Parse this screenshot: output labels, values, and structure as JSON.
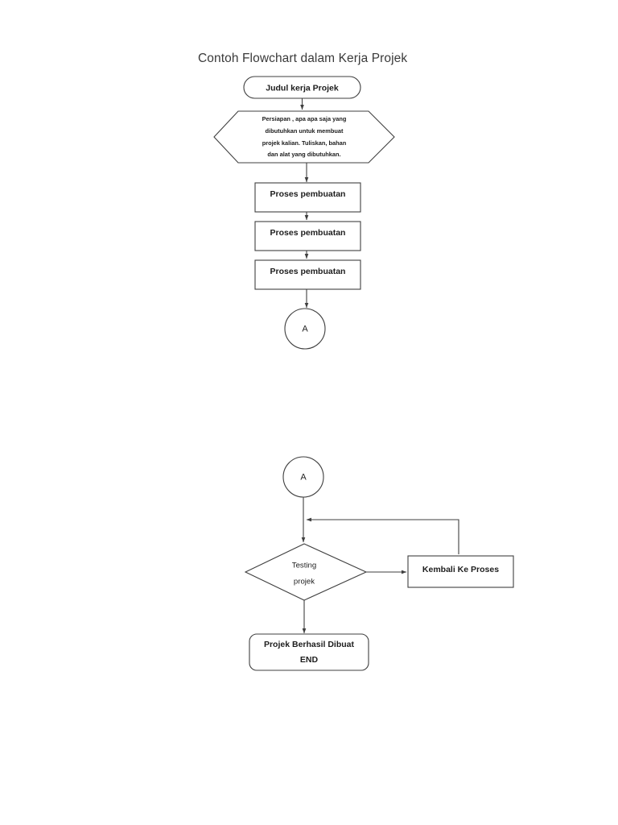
{
  "page": {
    "title": "Contoh Flowchart dalam Kerja Projek"
  },
  "chart_data": {
    "type": "diagram",
    "diagram_type": "flowchart",
    "title": "Contoh Flowchart dalam Kerja Projek",
    "language": "Indonesian",
    "nodes": [
      {
        "id": "start",
        "shape": "stadium",
        "label": "Judul kerja Projek"
      },
      {
        "id": "prep",
        "shape": "hexagon",
        "label": "Persiapan , apa apa saja yang dibutuhkan untuk membuat projek kalian. Tuliskan, bahan dan alat yang dibutuhkan."
      },
      {
        "id": "proc1",
        "shape": "rectangle",
        "label": "Proses pembuatan"
      },
      {
        "id": "proc2",
        "shape": "rectangle",
        "label": "Proses pembuatan"
      },
      {
        "id": "proc3",
        "shape": "rectangle",
        "label": "Proses pembuatan"
      },
      {
        "id": "connA1",
        "shape": "circle",
        "label": "A"
      },
      {
        "id": "connA2",
        "shape": "circle",
        "label": "A"
      },
      {
        "id": "testing",
        "shape": "diamond",
        "label": "Testing projek"
      },
      {
        "id": "retry",
        "shape": "rectangle",
        "label": "Kembali Ke Proses"
      },
      {
        "id": "end",
        "shape": "stadium",
        "label": "Projek Berhasil Dibuat END"
      }
    ],
    "edges": [
      {
        "from": "start",
        "to": "prep",
        "label": ""
      },
      {
        "from": "prep",
        "to": "proc1",
        "label": ""
      },
      {
        "from": "proc1",
        "to": "proc2",
        "label": ""
      },
      {
        "from": "proc2",
        "to": "proc3",
        "label": ""
      },
      {
        "from": "proc3",
        "to": "connA1",
        "label": ""
      },
      {
        "from": "connA2",
        "to": "testing",
        "label": ""
      },
      {
        "from": "testing",
        "to": "retry",
        "label": ""
      },
      {
        "from": "testing",
        "to": "end",
        "label": ""
      },
      {
        "from": "retry",
        "to": "testing",
        "label": ""
      }
    ]
  },
  "nodes": {
    "start_label": "Judul kerja Projek",
    "prep_line1": "Persiapan , apa apa saja yang",
    "prep_line2": "dibutuhkan untuk membuat",
    "prep_line3": "projek kalian. Tuliskan, bahan",
    "prep_line4": "dan alat yang dibutuhkan.",
    "process1_label": "Proses pembuatan",
    "process2_label": "Proses pembuatan",
    "process3_label": "Proses pembuatan",
    "connector_top_label": "A",
    "connector_bottom_label": "A",
    "decision_line1": "Testing",
    "decision_line2": "projek",
    "return_label": "Kembali Ke Proses",
    "end_line1": "Projek Berhasil Dibuat",
    "end_line2": "END"
  },
  "colors": {
    "stroke": "#3f3f3f",
    "text": "#1d1d1d",
    "title": "#3a3a3a",
    "background": "#ffffff"
  }
}
